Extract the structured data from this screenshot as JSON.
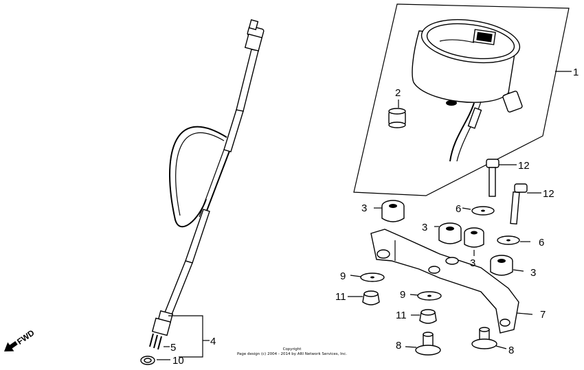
{
  "diagram": {
    "callouts": {
      "c1": "1",
      "c2": "2",
      "c3a": "3",
      "c3b": "3",
      "c3c": "3",
      "c3d": "3",
      "c4": "4",
      "c5": "5",
      "c6a": "6",
      "c6b": "6",
      "c7": "7",
      "c8a": "8",
      "c8b": "8",
      "c9a": "9",
      "c9b": "9",
      "c10": "10",
      "c11a": "11",
      "c11b": "11",
      "c12a": "12",
      "c12b": "12"
    },
    "fwd_label": "FWD",
    "copyright_line1": "Copyright",
    "copyright_line2": "Page design (c) 2004 - 2014 by ARI Network Services, Inc."
  }
}
